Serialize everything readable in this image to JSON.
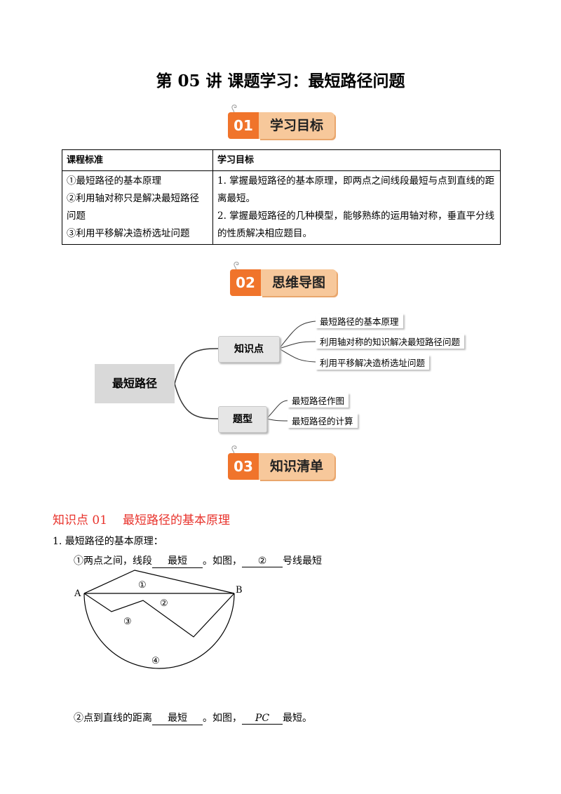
{
  "title": "第 05 讲  课题学习：最短路径问题",
  "badges": [
    {
      "num": "01",
      "label": "学习目标"
    },
    {
      "num": "02",
      "label": "思维导图"
    },
    {
      "num": "03",
      "label": "知识清单"
    }
  ],
  "objectives_table": {
    "headers": [
      "课程标准",
      "学习目标"
    ],
    "col1": [
      "①最短路径的基本原理",
      "②利用轴对称只是解决最短路径问题",
      "③利用平移解决造桥选址问题"
    ],
    "col2": [
      "1. 掌握最短路径的基本原理，即两点之间线段最短与点到直线的距离最短。",
      "2. 掌握最短路径的几种模型，能够熟练的运用轴对称，垂直平分线的性质解决相应题目。"
    ]
  },
  "mindmap": {
    "root": "最短路径",
    "branches": [
      {
        "label": "知识点",
        "leaves": [
          "最短路径的基本原理",
          "利用轴对称的知识解决最短路径问题",
          "利用平移解决造桥选址问题"
        ]
      },
      {
        "label": "题型",
        "leaves": [
          "最短路径作图",
          "最短路径的计算"
        ]
      }
    ]
  },
  "knowledge": {
    "heading_num": "知识点 01",
    "heading_text": "最短路径的基本原理",
    "item1": "1. 最短路径的基本原理：",
    "line1": {
      "pre": "①两点之间，线段",
      "blank1": "最短",
      "mid": "。如图，",
      "blank2": "②",
      "post": "号线最短"
    },
    "figure": {
      "A": "A",
      "B": "B",
      "paths": [
        "①",
        "②",
        "③",
        "④"
      ]
    },
    "line2": {
      "pre": "②点到直线的距离",
      "blank1": "最短",
      "mid": "。如图，",
      "blank2": "PC",
      "post": "最短。"
    }
  }
}
